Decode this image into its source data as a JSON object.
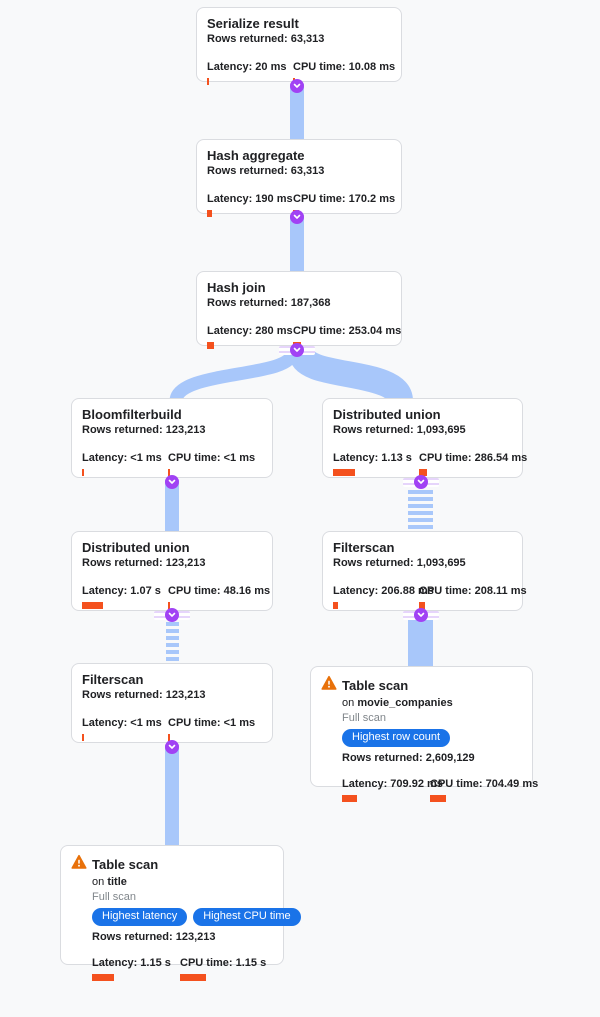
{
  "colors": {
    "ribbon": "#a8c7fa",
    "expand_node": "#a142f4",
    "metric_bar": "#f4511e",
    "badge": "#1a73e8",
    "warning": "#e8710a",
    "card_border": "#dadce0",
    "background": "#f8f9fa"
  },
  "on_label": "on",
  "nodes": {
    "serialize": {
      "title": "Serialize result",
      "rows": "Rows returned: 63,313",
      "latency": "Latency: 20 ms",
      "cpu": "CPU time: 10.08 ms",
      "latency_bar": 2,
      "cpu_bar": 2
    },
    "hash_aggregate": {
      "title": "Hash aggregate",
      "rows": "Rows returned: 63,313",
      "latency": "Latency: 190 ms",
      "cpu": "CPU time: 170.2 ms",
      "latency_bar": 5,
      "cpu_bar": 6
    },
    "hash_join": {
      "title": "Hash join",
      "rows": "Rows returned: 187,368",
      "latency": "Latency: 280 ms",
      "cpu": "CPU time: 253.04 ms",
      "latency_bar": 7,
      "cpu_bar": 8
    },
    "bloomfilterbuild": {
      "title": "Bloomfilterbuild",
      "rows": "Rows returned: 123,213",
      "latency": "Latency: <1 ms",
      "cpu": "CPU time: <1 ms",
      "latency_bar": 2,
      "cpu_bar": 2
    },
    "du_right": {
      "title": "Distributed union",
      "rows": "Rows returned: 1,093,695",
      "latency": "Latency: 1.13 s",
      "cpu": "CPU time: 286.54 ms",
      "latency_bar": 22,
      "cpu_bar": 8
    },
    "du_left": {
      "title": "Distributed union",
      "rows": "Rows returned: 123,213",
      "latency": "Latency: 1.07 s",
      "cpu": "CPU time: 48.16 ms",
      "latency_bar": 21,
      "cpu_bar": 2
    },
    "fs_right": {
      "title": "Filterscan",
      "rows": "Rows returned: 1,093,695",
      "latency": "Latency: 206.88 ms",
      "cpu": "CPU time: 208.11 ms",
      "latency_bar": 5,
      "cpu_bar": 6
    },
    "fs_left": {
      "title": "Filterscan",
      "rows": "Rows returned: 123,213",
      "latency": "Latency: <1 ms",
      "cpu": "CPU time: <1 ms",
      "latency_bar": 2,
      "cpu_bar": 2
    },
    "ts_right": {
      "title": "Table scan",
      "table": "movie_companies",
      "scan_type": "Full scan",
      "badges": [
        "Highest row count"
      ],
      "rows": "Rows returned: 2,609,129",
      "latency": "Latency: 709.92 ms",
      "cpu": "CPU time: 704.49 ms",
      "latency_bar": 15,
      "cpu_bar": 16
    },
    "ts_left": {
      "title": "Table scan",
      "table": "title",
      "scan_type": "Full scan",
      "badges": [
        "Highest latency",
        "Highest CPU time"
      ],
      "rows": "Rows returned: 123,213",
      "latency": "Latency: 1.15 s",
      "cpu": "CPU time: 1.15 s",
      "latency_bar": 22,
      "cpu_bar": 26
    }
  }
}
